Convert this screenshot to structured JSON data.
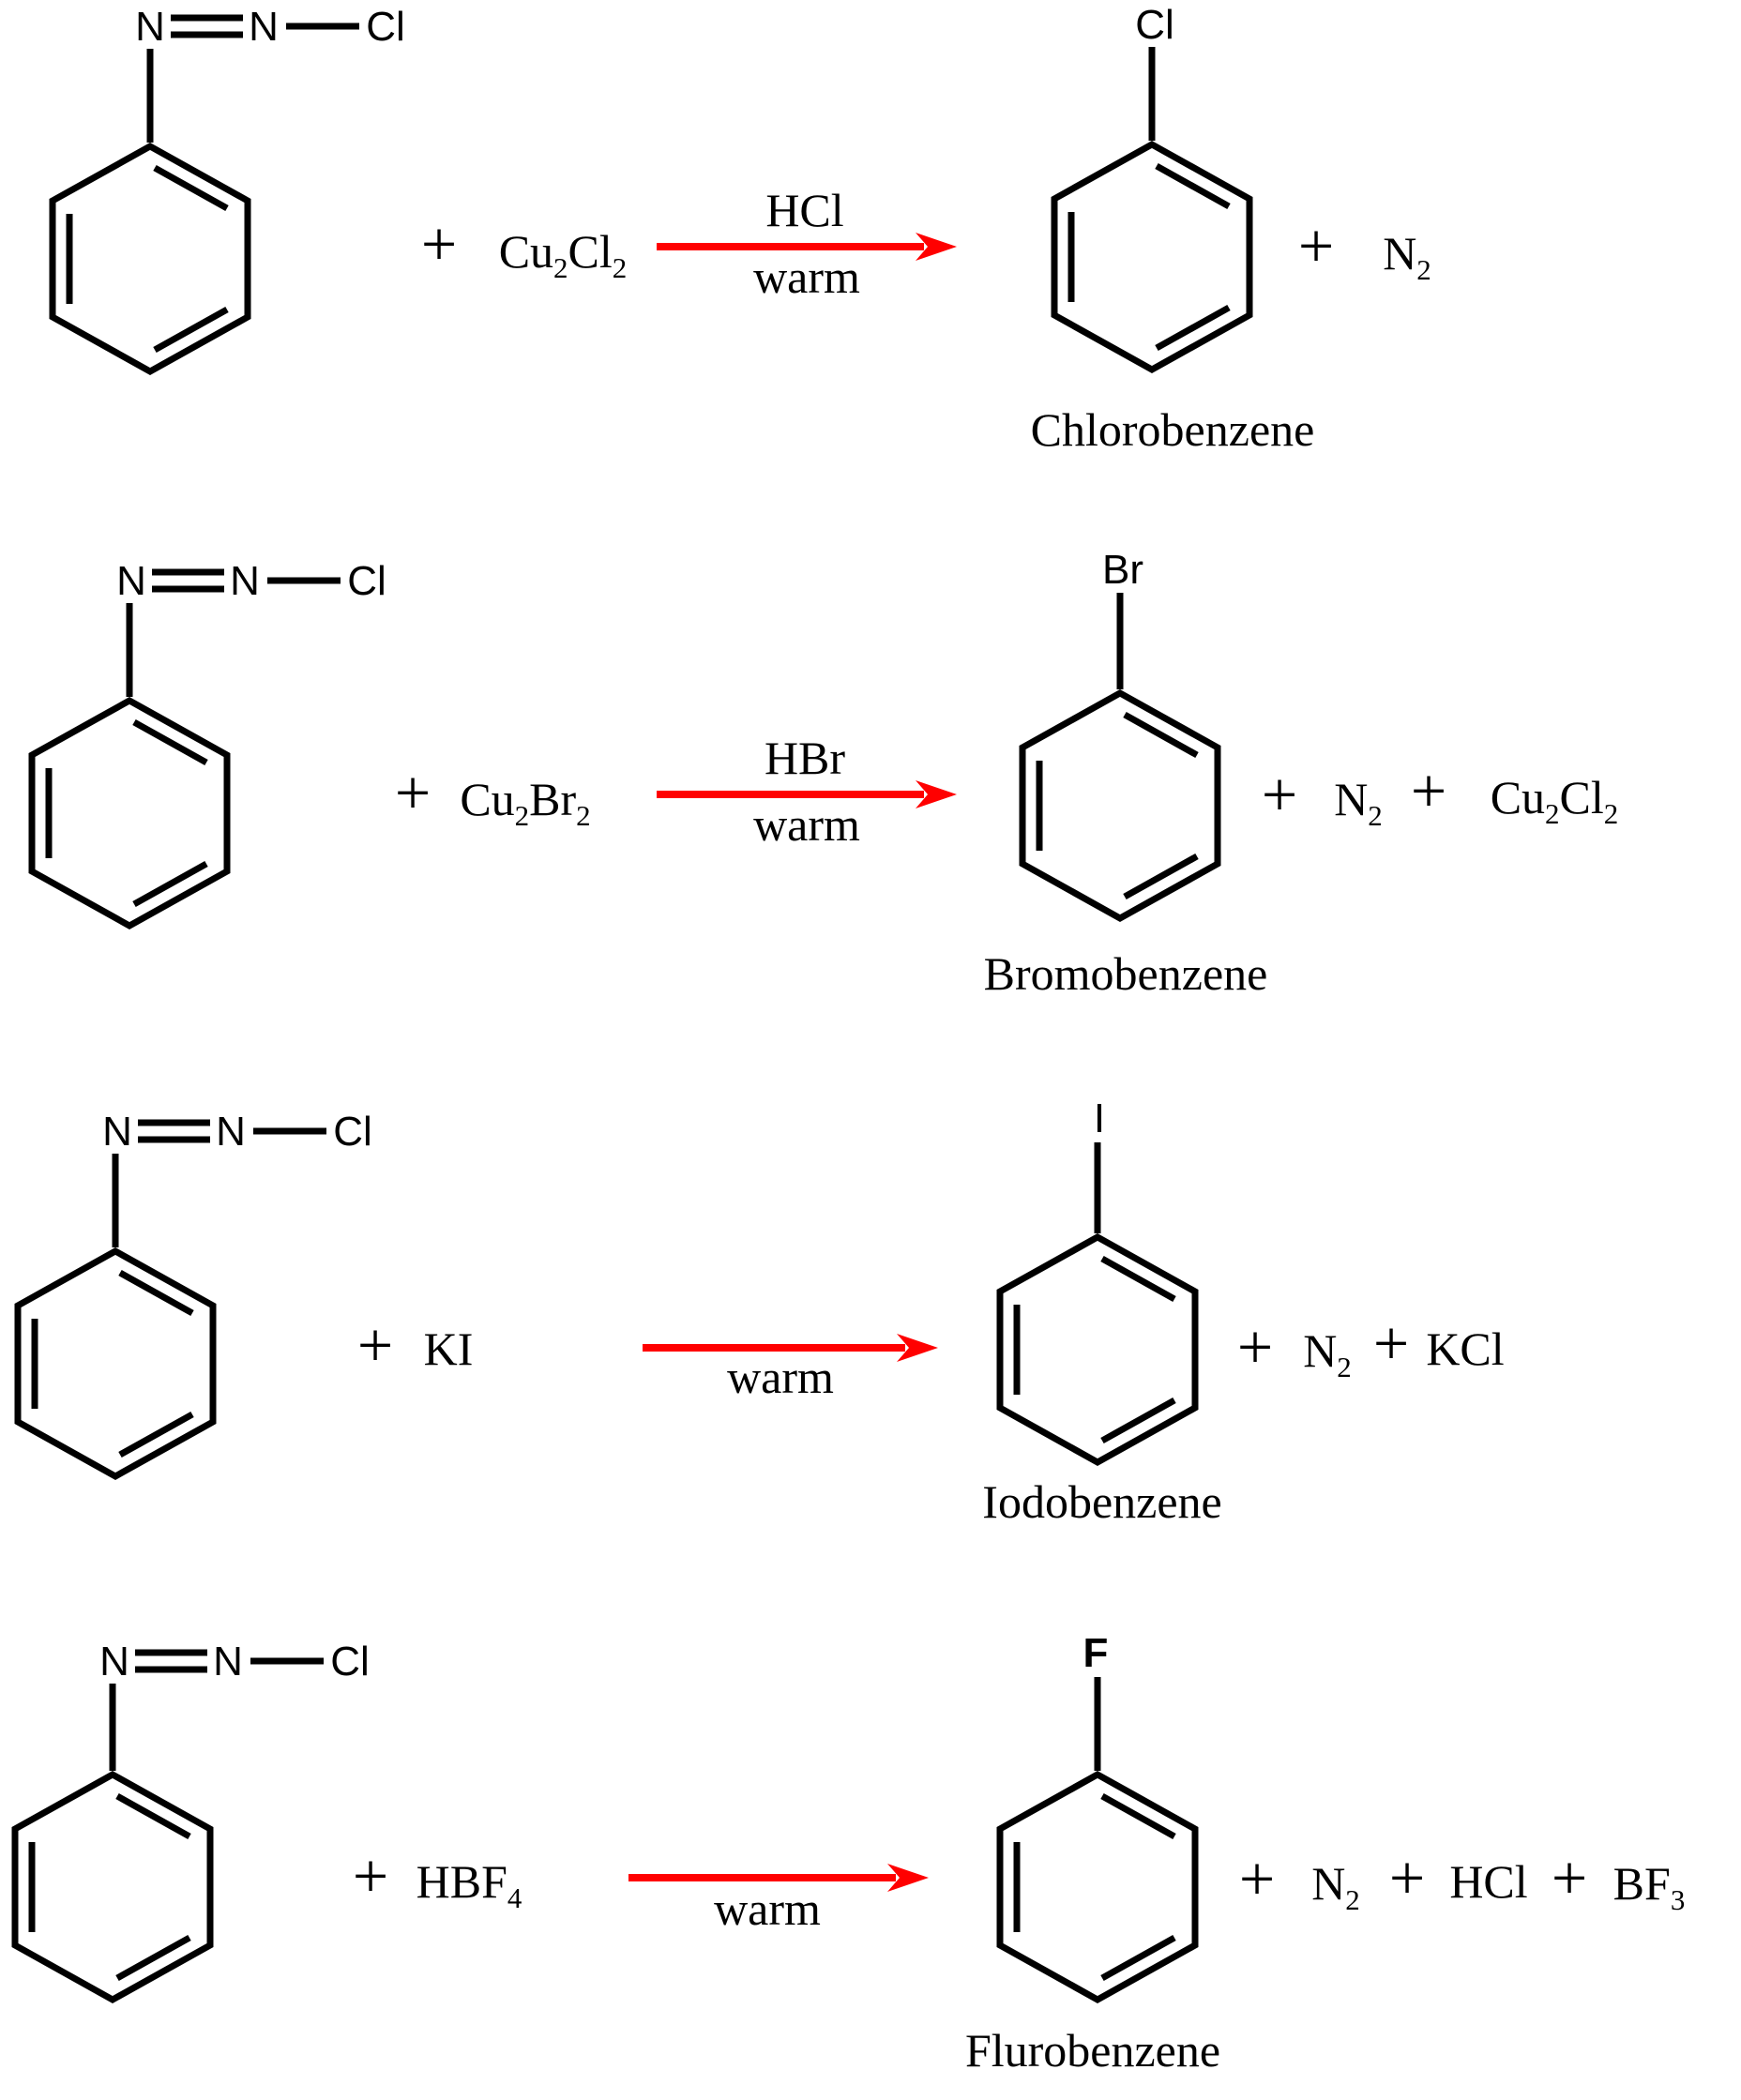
{
  "plus_sign": "+",
  "arrow_color": "#ff0000",
  "bond_color": "#000000",
  "reactions": [
    {
      "reactant_atoms": {
        "n1": "N",
        "n2": "N",
        "halide": "Cl"
      },
      "reagent": "Cu2Cl2",
      "condition_above": "HCl",
      "condition_below": "warm",
      "product": {
        "substituent": "Cl",
        "name": "Chlorobenzene"
      },
      "byproducts": [
        "N2"
      ]
    },
    {
      "reactant_atoms": {
        "n1": "N",
        "n2": "N",
        "halide": "Cl"
      },
      "reagent": "Cu2Br2",
      "condition_above": "HBr",
      "condition_below": "warm",
      "product": {
        "substituent": "Br",
        "name": "Bromobenzene"
      },
      "byproducts": [
        "N2",
        "Cu2Cl2"
      ]
    },
    {
      "reactant_atoms": {
        "n1": "N",
        "n2": "N",
        "halide": "Cl"
      },
      "reagent": "KI",
      "condition_above": "",
      "condition_below": "warm",
      "product": {
        "substituent": "I",
        "name": "Iodobenzene"
      },
      "byproducts": [
        "N2",
        "KCl"
      ]
    },
    {
      "reactant_atoms": {
        "n1": "N",
        "n2": "N",
        "halide": "Cl"
      },
      "reagent": "HBF4",
      "condition_above": "",
      "condition_below": "warm",
      "product": {
        "substituent": "F",
        "name": "Flurobenzene"
      },
      "byproducts": [
        "N2",
        "HCl",
        "BF3"
      ]
    }
  ]
}
